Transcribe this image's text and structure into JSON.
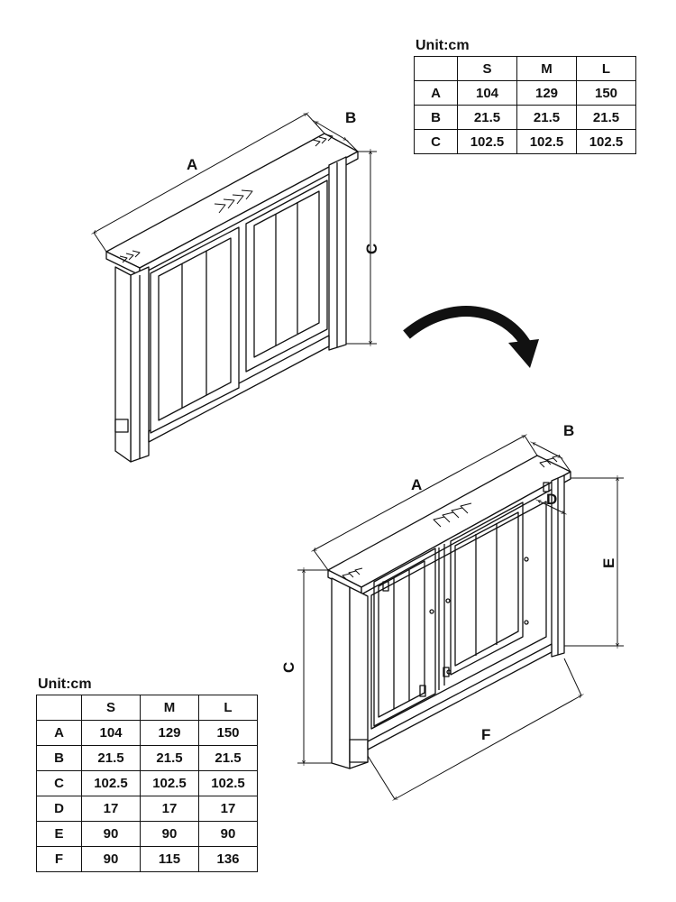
{
  "table1": {
    "unit": "Unit:cm",
    "columns": [
      "",
      "S",
      "M",
      "L"
    ],
    "rows": [
      [
        "A",
        "104",
        "129",
        "150"
      ],
      [
        "B",
        "21.5",
        "21.5",
        "21.5"
      ],
      [
        "C",
        "102.5",
        "102.5",
        "102.5"
      ]
    ]
  },
  "table2": {
    "unit": "Unit:cm",
    "columns": [
      "",
      "S",
      "M",
      "L"
    ],
    "rows": [
      [
        "A",
        "104",
        "129",
        "150"
      ],
      [
        "B",
        "21.5",
        "21.5",
        "21.5"
      ],
      [
        "C",
        "102.5",
        "102.5",
        "102.5"
      ],
      [
        "D",
        "17",
        "17",
        "17"
      ],
      [
        "E",
        "90",
        "90",
        "90"
      ],
      [
        "F",
        "90",
        "115",
        "136"
      ]
    ]
  },
  "front_view": {
    "label_a": "A",
    "label_b": "B",
    "label_c": "C"
  },
  "back_view": {
    "label_a": "A",
    "label_b": "B",
    "label_c": "C",
    "label_d": "D",
    "label_e": "E",
    "label_f": "F"
  },
  "icons": {
    "rotate": "curved-arrow-icon",
    "front_direction": "chevron-right-icon",
    "back_direction": "chevron-left-icon"
  }
}
